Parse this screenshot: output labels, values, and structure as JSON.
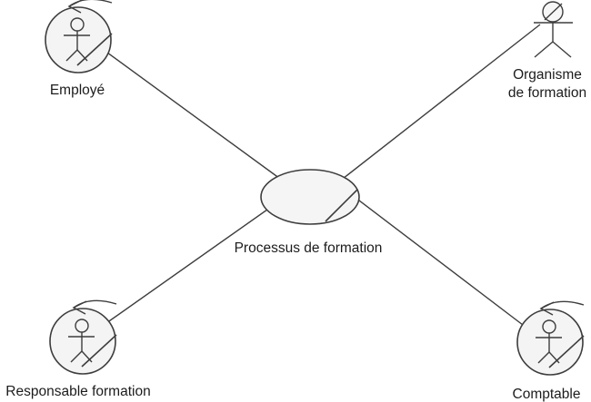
{
  "diagram": {
    "kind": "uml-business-use-case-diagram",
    "use_case": {
      "label": "Processus de formation",
      "symbol": "business-use-case-ellipse-with-slash"
    },
    "actors": [
      {
        "label": "Employé",
        "symbol": "business-worker-circle",
        "position": "top-left"
      },
      {
        "label": "Organisme de formation",
        "label_line1": "Organisme",
        "label_line2": "de formation",
        "symbol": "business-actor-stick-figure-slashed-head",
        "position": "top-right"
      },
      {
        "label": "Responsable formation",
        "symbol": "business-worker-circle",
        "position": "bottom-left"
      },
      {
        "label": "Comptable",
        "symbol": "business-worker-circle",
        "position": "bottom-right"
      }
    ],
    "associations": [
      {
        "from": "Employé",
        "to": "Processus de formation"
      },
      {
        "from": "Organisme de formation",
        "to": "Processus de formation"
      },
      {
        "from": "Responsable formation",
        "to": "Processus de formation"
      },
      {
        "from": "Comptable",
        "to": "Processus de formation"
      }
    ],
    "colors": {
      "stroke": "#3d3d3d",
      "node_fill": "#f4f4f4",
      "text": "#1c1c1c",
      "background": "#ffffff"
    }
  }
}
